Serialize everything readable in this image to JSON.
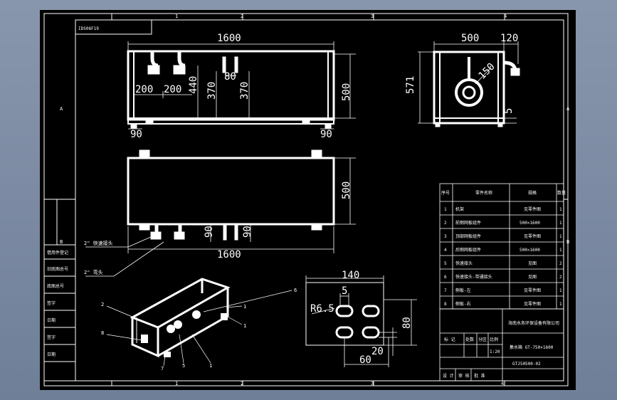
{
  "drawing_code_box": "IDS06F19",
  "zone_columns": [
    "1",
    "2",
    "3",
    "4"
  ],
  "zone_rows": [
    "A",
    "B"
  ],
  "front_view": {
    "overall_length": "1600",
    "height": "500",
    "pipe_spacing_1": "200",
    "pipe_spacing_2": "200",
    "inlet_height": "440",
    "outlet_height_1": "370",
    "outlet_height_2": "370",
    "outlet_spacing": "80",
    "leg_offset_left": "90",
    "leg_offset_right": "90"
  },
  "side_view": {
    "width": "500",
    "pipe_offset": "120",
    "height": "571",
    "opening_diameter": "150",
    "bottom_gap": "5"
  },
  "top_view": {
    "length": "1600",
    "width": "500",
    "stub_left": "90",
    "stub_right": "90",
    "label_quick_connector": "2\" 快速接头",
    "label_elbow": "2\" 弯头"
  },
  "detail_view": {
    "width": "140",
    "slot_width": "5",
    "radius": "R6.5",
    "height": "80",
    "spacing": "60",
    "offset": "20"
  },
  "iso_view": {
    "callouts": [
      "1",
      "1",
      "1",
      "2",
      "5",
      "6",
      "7",
      "8"
    ]
  },
  "bom": {
    "headers": [
      "序号",
      "零件名称",
      "规格",
      "数量"
    ],
    "rows": [
      {
        "no": "1",
        "name": "机架",
        "spec": "见零件图",
        "qty": "1"
      },
      {
        "no": "2",
        "name": "前侧网板组件",
        "spec": "500×1600",
        "qty": "1"
      },
      {
        "no": "3",
        "name": "顶部网板组件",
        "spec": "见零件图",
        "qty": "1"
      },
      {
        "no": "4",
        "name": "后侧网板组件",
        "spec": "500×1600",
        "qty": "1"
      },
      {
        "no": "5",
        "name": "快速接头",
        "spec": "见图",
        "qty": "2"
      },
      {
        "no": "6",
        "name": "快速接头-带通接头",
        "spec": "见图",
        "qty": "2"
      },
      {
        "no": "7",
        "name": "侧板-左",
        "spec": "见零件图",
        "qty": "1"
      },
      {
        "no": "8",
        "name": "侧板-右",
        "spec": "见零件图",
        "qty": "1"
      }
    ]
  },
  "title_block": {
    "company": "海南水务环保设备有限公司",
    "product": "集水箱 GT-750×1600",
    "scale": "1:20",
    "drawing_number": "GTJ50500-02",
    "headers": [
      "标 记",
      "处数",
      "分区",
      "比例"
    ],
    "bottom_labels": [
      "设 计",
      "审 核",
      "批 准"
    ]
  },
  "left_strip_labels": [
    "借用件登记",
    "旧底图总号",
    "底图总号",
    "签字",
    "日期",
    "签字",
    "日期"
  ]
}
